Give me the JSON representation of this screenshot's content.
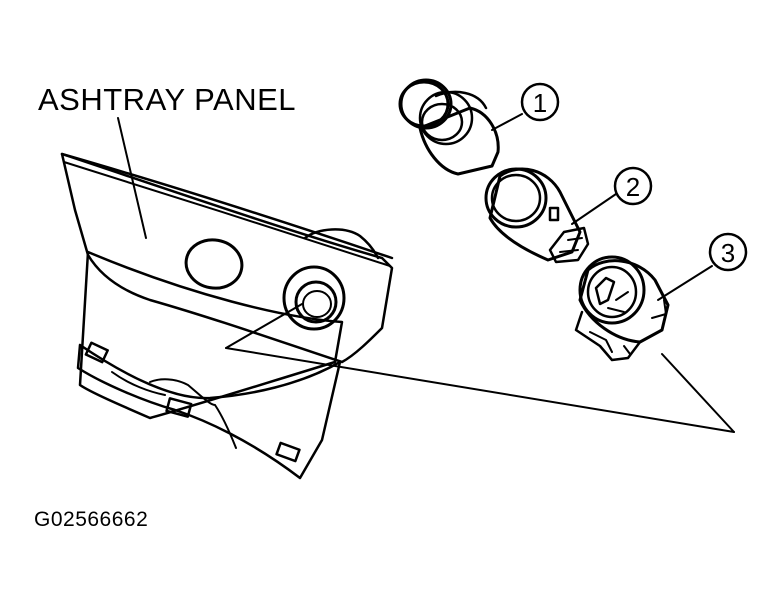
{
  "labels": {
    "panel": "ASHTRAY PANEL",
    "figure_id": "G02566662"
  },
  "callouts": [
    "1",
    "2",
    "3"
  ],
  "colors": {
    "ink": "#000000",
    "paper": "#ffffff",
    "shade": "#d0d0d0"
  }
}
